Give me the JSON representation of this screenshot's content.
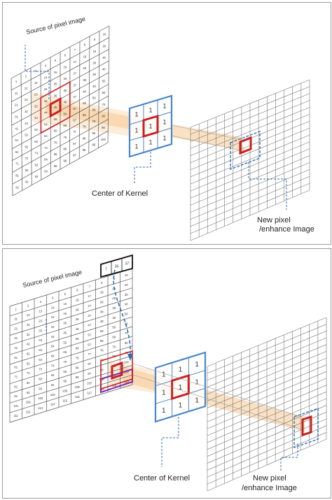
{
  "top_panel": {
    "source_label": "Source of pixel image",
    "kernel_label": "Center of Kernel",
    "new_pixel_label_line1": "New pixel",
    "new_pixel_label_line2": "/enhance Image",
    "kernel_values": [
      "1",
      "1",
      "1",
      "1",
      "1",
      "1",
      "1",
      "1",
      "1"
    ],
    "grid_rows": [
      [
        "1",
        "2",
        "3",
        "4",
        "5",
        "6",
        "7",
        "8",
        "9",
        "10"
      ],
      [
        "11",
        "12",
        "13",
        "14",
        "15",
        "16",
        "17",
        "18",
        "19",
        "20"
      ],
      [
        "21",
        "22",
        "23",
        "24",
        "25",
        "26",
        "27",
        "28",
        "29",
        "30"
      ],
      [
        "31",
        "32",
        "33",
        "34",
        "35",
        "36",
        "37",
        "38",
        "39",
        "40"
      ],
      [
        "41",
        "42",
        "43",
        "44",
        "45",
        "46",
        "47",
        "48",
        "49",
        "50"
      ],
      [
        "51",
        "52",
        "53",
        "54",
        "55",
        "56",
        "57",
        "58",
        "59",
        "60"
      ],
      [
        "61",
        "62",
        "63",
        "64",
        "65",
        "66",
        "67",
        "68",
        "69",
        "70"
      ],
      [
        "71",
        "72",
        "73",
        "74",
        "75",
        "76",
        "77",
        "78",
        "79",
        "80"
      ],
      [
        "81",
        "82",
        "83",
        "84",
        "85",
        "86",
        "87",
        "88",
        "89",
        "90"
      ],
      [
        "91",
        "92",
        "93",
        "94",
        "95",
        "96",
        "97",
        "98",
        "99",
        "100"
      ]
    ]
  },
  "bottom_panel": {
    "source_label": "Source of pixel image",
    "kernel_label": "Center of Kernel",
    "new_pixel_label_line1": "New pixel",
    "new_pixel_label_line2": "/enhance Image",
    "kernel_values": [
      "1",
      "1",
      "1",
      "1",
      "1",
      "1",
      "1",
      "1",
      "1"
    ],
    "moved_row": [
      "7",
      "36",
      "37"
    ],
    "grid_rows": [
      [
        "1",
        "2",
        "3",
        "4",
        "5",
        "6",
        "7",
        "8",
        "9",
        "10"
      ],
      [
        "11",
        "12",
        "13",
        "14",
        "15",
        "16",
        "17",
        "18",
        "19",
        "20"
      ],
      [
        "21",
        "22",
        "23",
        "24",
        "25",
        "26",
        "27",
        "28",
        "29",
        "30"
      ],
      [
        "31",
        "32",
        "33",
        "34",
        "35",
        "36",
        "37",
        "38",
        "39",
        "40"
      ],
      [
        "41",
        "42",
        "43",
        "44",
        "45",
        "46",
        "47",
        "48",
        "49",
        "50"
      ],
      [
        "51",
        "52",
        "53",
        "54",
        "55",
        "56",
        "57",
        "58",
        "59",
        "60"
      ],
      [
        "61",
        "62",
        "63",
        "64",
        "65",
        "66",
        "67",
        "68",
        "69",
        "70"
      ],
      [
        "71",
        "72",
        "73",
        "74",
        "75",
        "76",
        "77",
        "78",
        "79",
        "80"
      ],
      [
        "81",
        "82",
        "83",
        "84",
        "85",
        "86",
        "87",
        "88",
        "89",
        "90"
      ],
      [
        "91",
        "92",
        "93",
        "94",
        "95",
        "96",
        "97",
        "98",
        "99",
        "100"
      ],
      [
        "101",
        "102",
        "103",
        "104",
        "105",
        "106",
        "107",
        "108",
        "109",
        "110"
      ],
      [
        "111",
        "112",
        "113",
        "114",
        "115",
        "116",
        "117",
        "118",
        "119",
        "120"
      ]
    ]
  },
  "colors": {
    "grid": "#555555",
    "kernel": "#4a86c8",
    "highlight": "#cc1f1f",
    "beam": "#f6c892",
    "dashed": "#2f6fb5",
    "purple": "#7a2bb0"
  }
}
